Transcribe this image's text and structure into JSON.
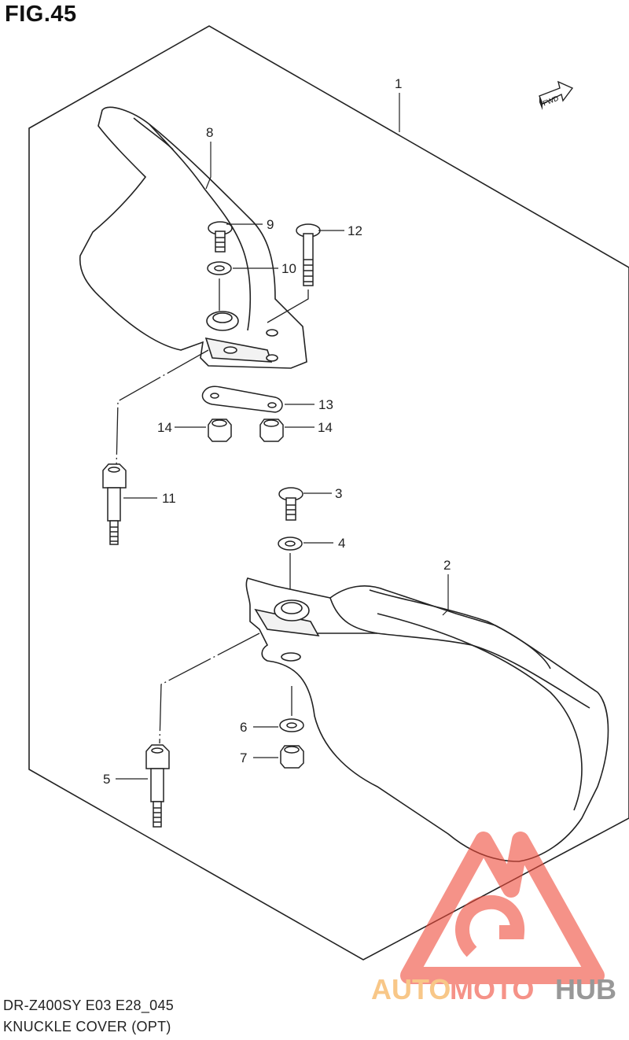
{
  "figure": {
    "title": "FIG.45"
  },
  "fwd_label": "FWD",
  "callouts": [
    "1",
    "2",
    "3",
    "4",
    "5",
    "6",
    "7",
    "8",
    "9",
    "10",
    "11",
    "12",
    "13",
    "14",
    "14"
  ],
  "footer": {
    "model_code": "DR-Z400SY E03 E28_045",
    "part_name": "KNUCKLE COVER (OPT)"
  },
  "watermark": {
    "word1": "AUTO",
    "word2": "MOTO",
    "word3": "HUB"
  },
  "colors": {
    "line": "#222222",
    "watermark_red": "#f04a3a",
    "watermark_orange": "#f4a23a",
    "watermark_grey": "#555555"
  }
}
